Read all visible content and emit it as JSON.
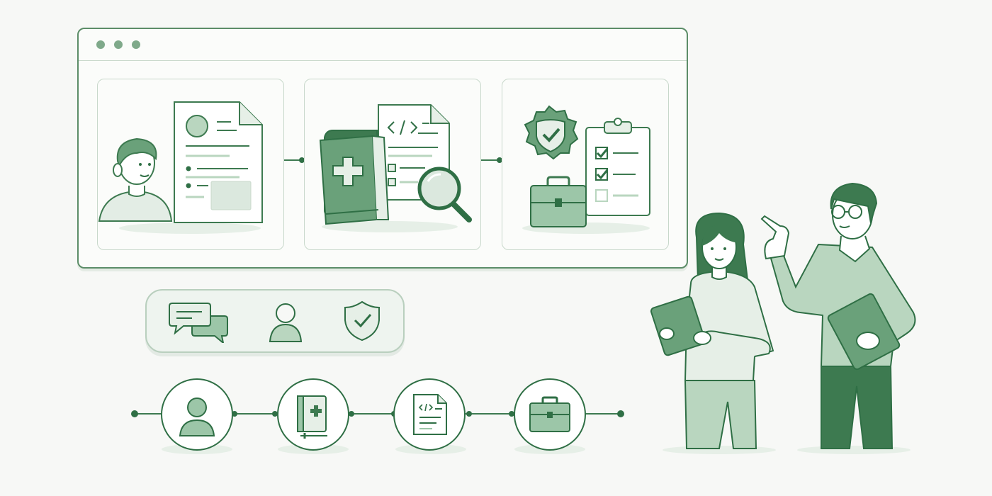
{
  "window": {
    "controls": [
      "dot",
      "dot",
      "dot"
    ]
  },
  "panels": [
    {
      "icons": [
        "person-avatar-icon",
        "resume-document-icon"
      ]
    },
    {
      "icons": [
        "medical-book-icon",
        "code-document-icon",
        "magnifier-icon"
      ]
    },
    {
      "icons": [
        "verified-badge-icon",
        "checklist-clipboard-icon",
        "briefcase-icon"
      ]
    }
  ],
  "toolbar": {
    "icons": [
      "chat-bubbles-icon",
      "user-icon",
      "shield-check-icon"
    ]
  },
  "timeline": {
    "steps": [
      "user-icon",
      "medical-book-icon",
      "code-document-icon",
      "briefcase-icon"
    ]
  },
  "colors": {
    "primary": "#2f6f45",
    "mid": "#6aa17a",
    "light": "#b9d6bf",
    "pale": "#e6efe7",
    "background": "#f7f8f6"
  }
}
